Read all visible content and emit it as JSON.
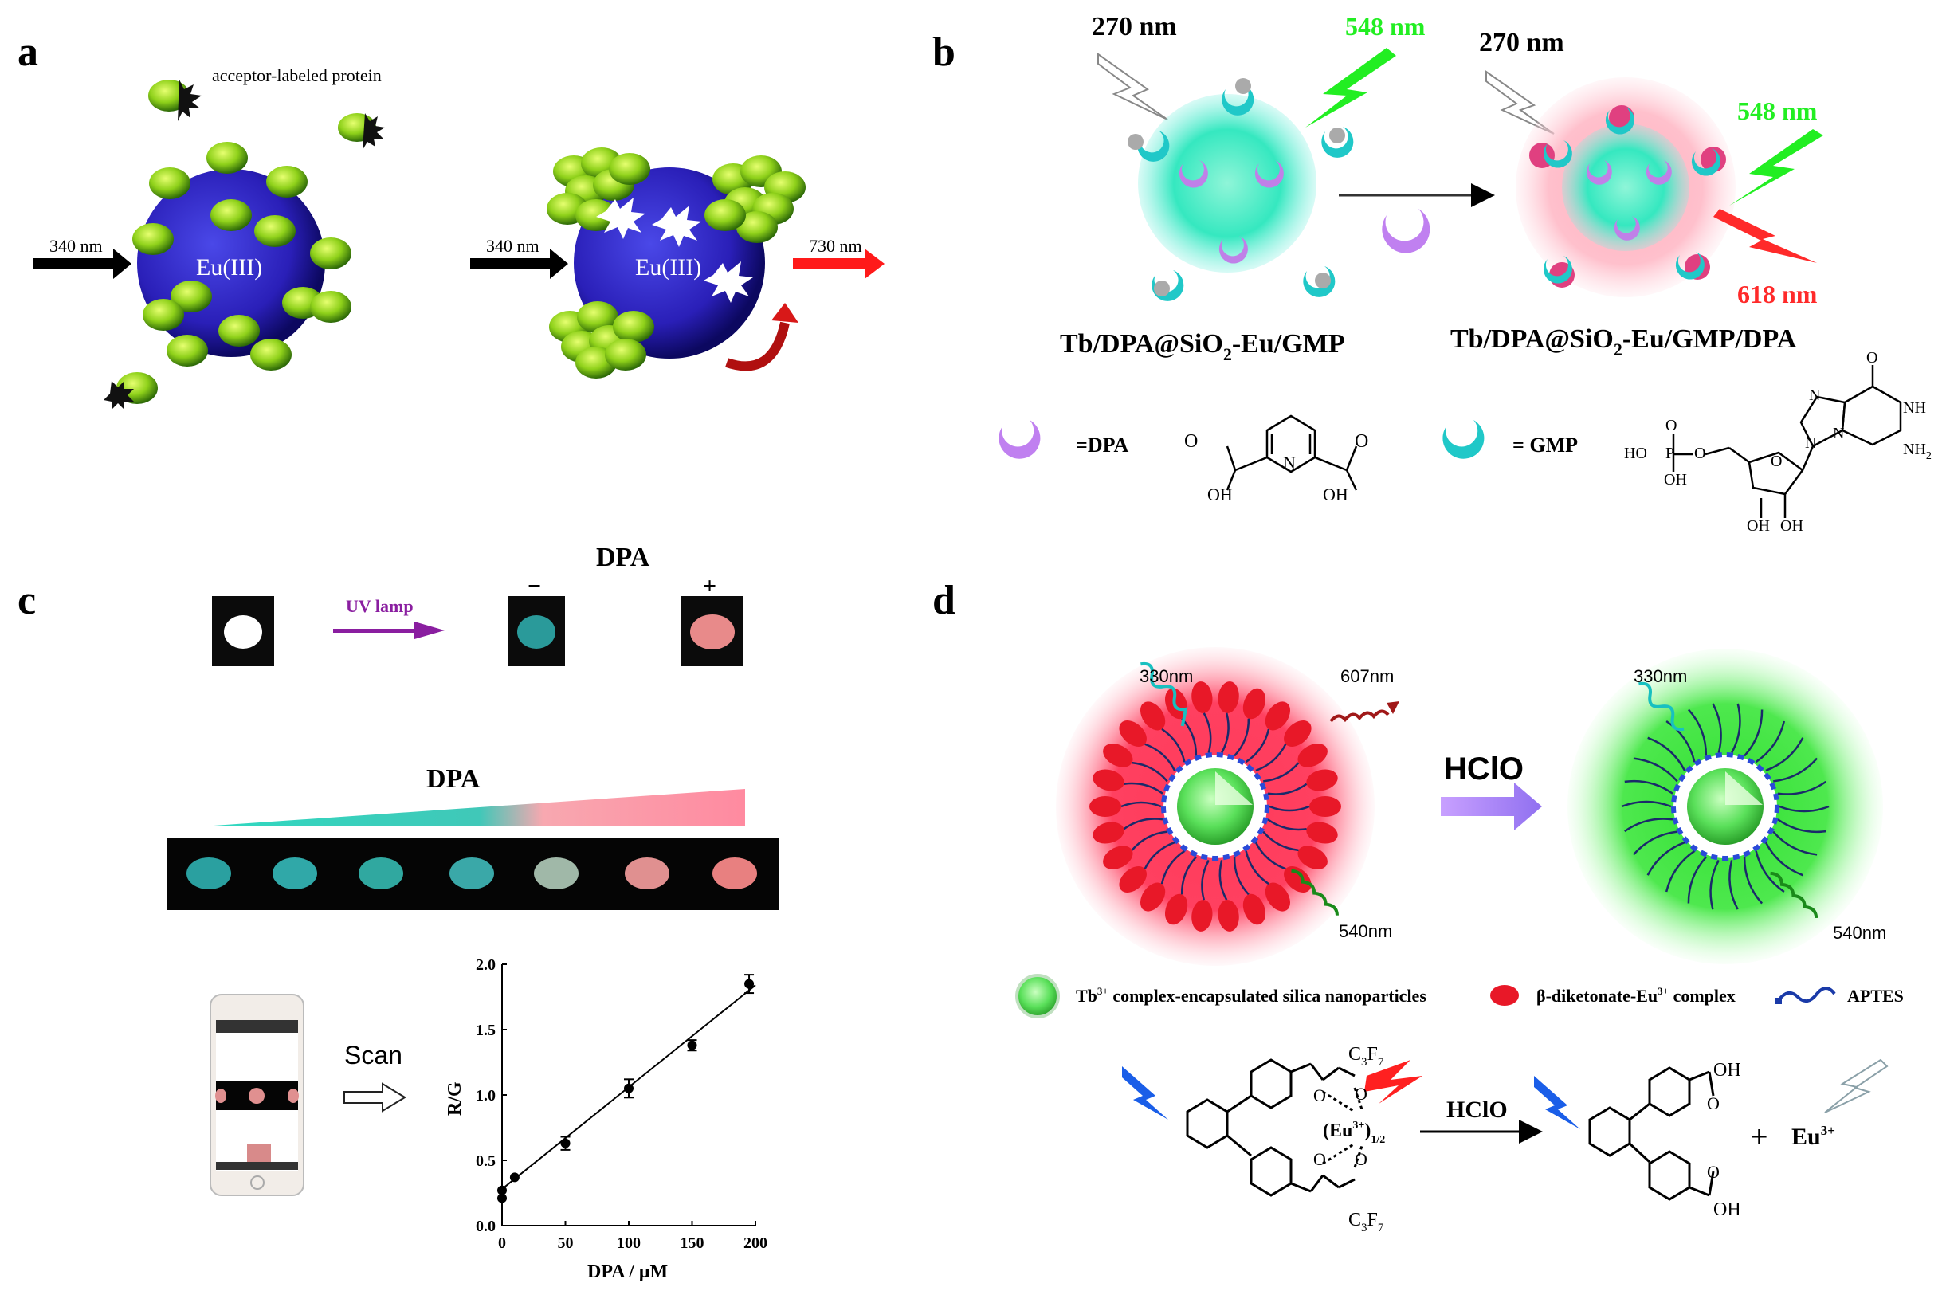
{
  "panels": {
    "a": {
      "letter": "a",
      "acceptor_label": "acceptor-labeled protein",
      "excitation_left": "340 nm",
      "excitation_right": "340 nm",
      "emission": "730 nm",
      "core_left": "Eu(III)",
      "core_right": "Eu(III)"
    },
    "b": {
      "letter": "b",
      "exc_left": "270 nm",
      "em_left": "548 nm",
      "exc_right": "270 nm",
      "em_right_green": "548 nm",
      "em_right_red": "618 nm",
      "label_left": "Tb/DPA@SiO",
      "label_left_sub": "2",
      "label_left_tail": "-Eu/GMP",
      "label_right": "Tb/DPA@SiO",
      "label_right_sub": "2",
      "label_right_tail": "-Eu/GMP/DPA",
      "legend_dpa": "=DPA",
      "legend_gmp": "= GMP",
      "chem_o": "O",
      "chem_n": "N",
      "chem_oh": "OH",
      "chem_nh": "NH",
      "chem_nh2": "NH",
      "chem_nh2_sub": "2",
      "chem_ho": "HO",
      "chem_p": "P"
    },
    "c": {
      "letter": "c",
      "dpa_top": "DPA",
      "minus": "−",
      "plus": "+",
      "uv_lamp": "UV lamp",
      "dpa_gradient": "DPA",
      "scan": "Scan",
      "xlabel": "DPA / μM",
      "ylabel": "R/G"
    },
    "d": {
      "letter": "d",
      "exc_left": "330nm",
      "em_red": "607nm",
      "em_green_left": "540nm",
      "exc_right": "330nm",
      "em_green_right": "540nm",
      "reagent": "HClO",
      "reagent2": "HClO",
      "legend_1": "Tb",
      "legend_1_sup": "3+",
      "legend_1_tail": " complex-encapsulated silica nanoparticles",
      "legend_2": "β-diketonate-Eu",
      "legend_2_sup": "3+",
      "legend_2_tail": " complex",
      "legend_3": "APTES",
      "c3f7": "C",
      "c3f7_sub1": "3",
      "c3f7_f": "F",
      "c3f7_sub2": "7",
      "eu_complex": "(Eu",
      "eu_complex_sup": "3+",
      "eu_complex_tail": ")",
      "eu_complex_sub": "1/2",
      "eu_free": "Eu",
      "eu_free_sup": "3+",
      "plus": "+",
      "oh": "OH",
      "o": "O"
    }
  },
  "colors": {
    "eu_core": "#2a1fb8",
    "protein_green": "#8fd11a",
    "red_arrow": "#ff1a1a",
    "green_bolt": "#22ee22",
    "red_bolt": "#ff2a2a",
    "cyan_core": "#35e8c0",
    "pink_halo": "#ff8aa8",
    "dpa_purple": "#b070e8",
    "gmp_cyan": "#20c8c8",
    "uv_purple": "#8a1ea0",
    "hclo_arrow": "#b07cf0",
    "red_halo": "#ff2050",
    "green_halo": "#40e840",
    "lightning_blue": "#1a5ee8"
  },
  "chart_data": {
    "type": "scatter",
    "xlabel": "DPA / μM",
    "ylabel": "R/G",
    "xlim": [
      0,
      200
    ],
    "ylim": [
      0.0,
      2.0
    ],
    "x_ticks": [
      0,
      50,
      100,
      150,
      200
    ],
    "y_ticks": [
      0.0,
      0.5,
      1.0,
      1.5,
      2.0
    ],
    "x_tick_labels": [
      "0",
      "50",
      "100",
      "150",
      "200"
    ],
    "y_tick_labels": [
      "0.0",
      "0.5",
      "1.0",
      "1.5",
      "2.0"
    ],
    "points": [
      {
        "x": 0,
        "y": 0.21,
        "err": 0.0
      },
      {
        "x": 0,
        "y": 0.27,
        "err": 0.0
      },
      {
        "x": 10,
        "y": 0.37,
        "err": 0.0
      },
      {
        "x": 50,
        "y": 0.63,
        "err": 0.05
      },
      {
        "x": 100,
        "y": 1.05,
        "err": 0.07
      },
      {
        "x": 150,
        "y": 1.38,
        "err": 0.04
      },
      {
        "x": 195,
        "y": 1.85,
        "err": 0.07
      }
    ],
    "fit_line": {
      "x0": 0,
      "y0": 0.28,
      "x1": 200,
      "y1": 1.84
    }
  }
}
